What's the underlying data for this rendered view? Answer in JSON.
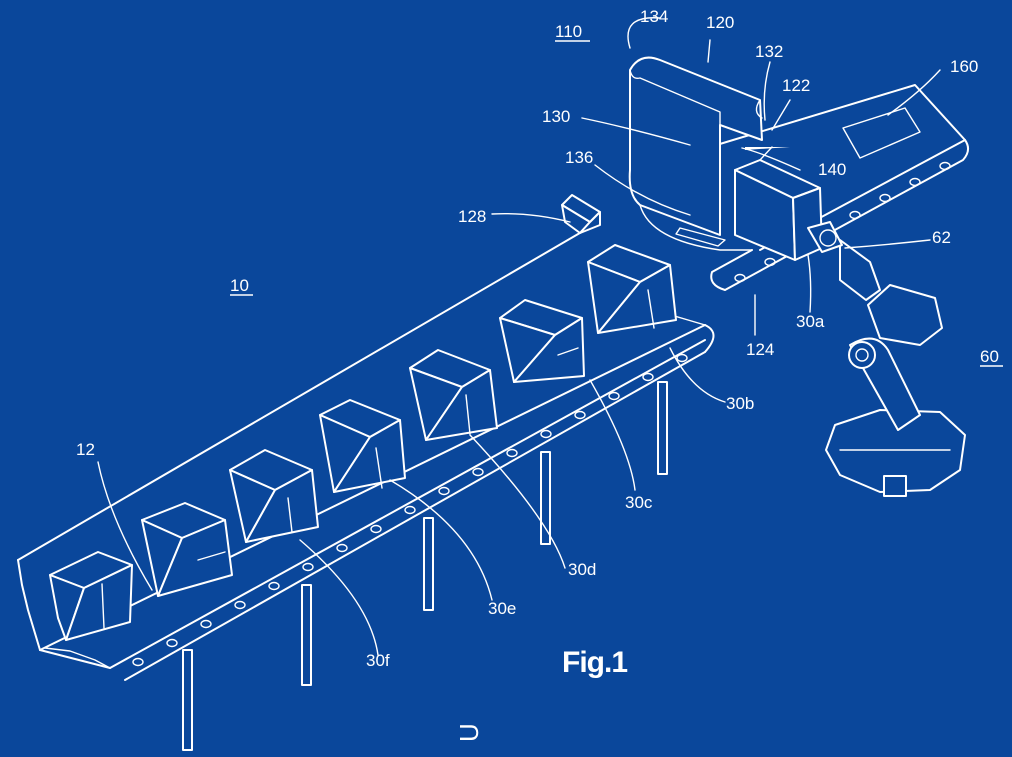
{
  "figure": {
    "title": "Fig.1",
    "edge_glyph": "U"
  },
  "labels": {
    "l10": "10",
    "l12": "12",
    "l110": "110",
    "l120": "120",
    "l122": "122",
    "l124": "124",
    "l128": "128",
    "l130": "130",
    "l132": "132",
    "l134": "134",
    "l136": "136",
    "l140": "140",
    "l160": "160",
    "l60": "60",
    "l62": "62",
    "l30a": "30a",
    "l30b": "30b",
    "l30c": "30c",
    "l30d": "30d",
    "l30e": "30e",
    "l30f": "30f"
  },
  "colors": {
    "background": "#0a479b",
    "line": "#ffffff"
  }
}
